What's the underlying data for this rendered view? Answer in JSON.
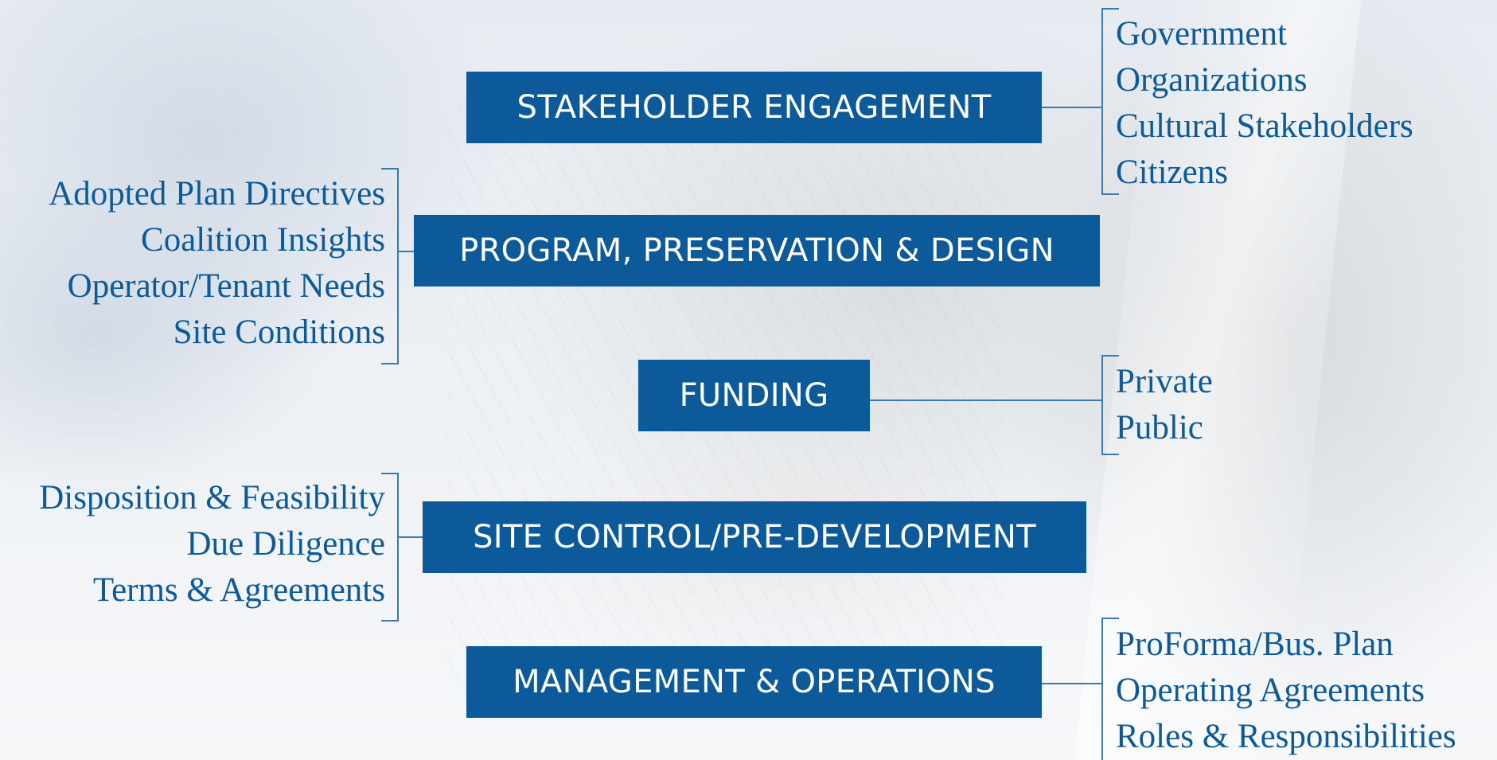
{
  "categories": [
    {
      "label": "STAKEHOLDER ENGAGEMENT",
      "items": [
        "Government",
        "Organizations",
        "Cultural Stakeholders",
        "Citizens"
      ]
    },
    {
      "label": "PROGRAM, PRESERVATION & DESIGN",
      "items": [
        "Adopted Plan Directives",
        "Coalition Insights",
        "Operator/Tenant Needs",
        "Site Conditions"
      ]
    },
    {
      "label": "FUNDING",
      "items": [
        "Private",
        "Public"
      ]
    },
    {
      "label": "SITE CONTROL/PRE-DEVELOPMENT",
      "items": [
        "Disposition & Feasibility",
        "Due Diligence",
        "Terms & Agreements"
      ]
    },
    {
      "label": "MANAGEMENT & OPERATIONS",
      "items": [
        "ProForma/Bus. Plan",
        "Operating Agreements",
        "Roles & Responsibilities"
      ]
    }
  ],
  "colors": {
    "box_fill": "#0c5a99",
    "box_text": "#ffffff",
    "item_text": "#0c5a99",
    "connector": "#3a7ab0"
  }
}
